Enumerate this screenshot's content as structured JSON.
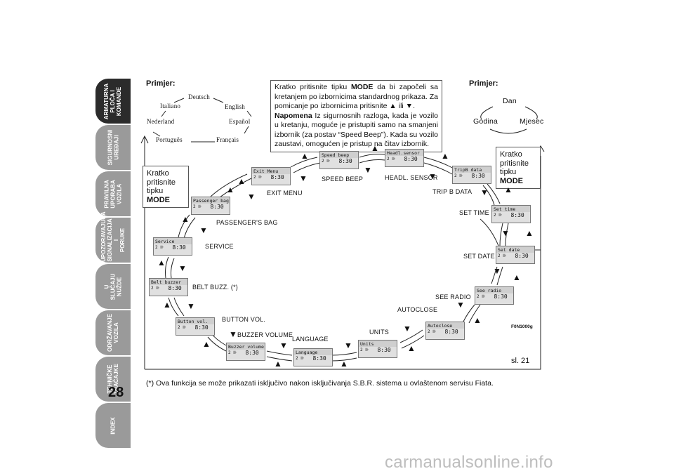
{
  "page_number": "28",
  "side_tabs": [
    {
      "label": "ARMATURNA\nPLOČA I\nKOMANDE",
      "active": true
    },
    {
      "label": "SIGURNOSNI\nUREĐAJI",
      "active": false
    },
    {
      "label": "PRAVILNA\nUPORABA\nVOZILA",
      "active": false
    },
    {
      "label": "UPOZORAVAJUĆA\nSIGNALIZACIJA I\nPORUKE",
      "active": false
    },
    {
      "label": "U SLUČAJU\nNUŽDE",
      "active": false
    },
    {
      "label": "ODRŽAVANJE\nVOZILA",
      "active": false
    },
    {
      "label": "TEHNIČKE\nZNAČAJKE",
      "active": false
    },
    {
      "label": "INDEX",
      "active": false
    }
  ],
  "left_example": {
    "heading": "Primjer:",
    "languages": [
      "Deutsch",
      "English",
      "Español",
      "Français",
      "Português",
      "Nederland",
      "Italiano"
    ]
  },
  "right_example": {
    "heading": "Primjer:",
    "items": [
      "Dan",
      "Mjesec",
      "Godina"
    ]
  },
  "info_box": {
    "p1_a": "Kratko pritisnite tipku ",
    "p1_mode": "MODE",
    "p1_b": " da bi započeli sa kretanjem po izbornicima standardnog prikaza. Za pomicanje po izbornicima pritisnite ",
    "p1_up": "▲",
    "p1_or": " ili ",
    "p1_down": "▼",
    "p1_end": ".",
    "p2_label": "Napomena",
    "p2_text": " Iz sigurnosnih razloga, kada je vozilo u kretanju, moguće je pristupiti samo na smanjeni izbornik (za postav “Speed Beep”). Kada su vozilo zaustavi, omogućen je pristup na čitav izbornik."
  },
  "callout_left": {
    "line1": "Kratko",
    "line2": "pritisnite",
    "line3_a": "tipku ",
    "line3_mode": "MODE"
  },
  "callout_right": {
    "line1": "Kratko",
    "line2": "pritisnite",
    "line3_a": "tipku ",
    "line3_mode": "MODE"
  },
  "menu_items": [
    {
      "screen": "Exit Menu",
      "label": "EXIT MENU"
    },
    {
      "screen": "Speed beep",
      "label": "SPEED BEEP"
    },
    {
      "screen": "Headl.sensor",
      "label": "HEADL. SENSOR"
    },
    {
      "screen": "TripB data",
      "label": "TRIP B DATA"
    },
    {
      "screen": "Set time",
      "label": "SET TIME"
    },
    {
      "screen": "Set date",
      "label": "SET DATE"
    },
    {
      "screen": "See radio",
      "label": "SEE RADIO"
    },
    {
      "screen": "Autoclose",
      "label": "AUTOCLOSE"
    },
    {
      "screen": "Units",
      "label": "UNITS"
    },
    {
      "screen": "Language",
      "label": "LANGUAGE"
    },
    {
      "screen": "Buzzer volume",
      "label": "BUZZER  VOLUME"
    },
    {
      "screen": "Button vol.",
      "label": "BUTTON VOL."
    },
    {
      "screen": "Belt buzzer",
      "label": "BELT BUZZ. (*)"
    },
    {
      "screen": "Service",
      "label": "SERVICE"
    },
    {
      "screen": "Passenger bag",
      "label": "PASSENGER'S BAG"
    }
  ],
  "lcd_gear": "2 ⊪",
  "lcd_time": "8:30",
  "figure_code": "F0N1000g",
  "figure_ref": "sl. 21",
  "footnote": "(*) Ova funkcija se može prikazati isključivo nakon isključivanja S.B.R. sistema u ovlaštenom servisu Fiata.",
  "watermark": "carmanualsonline.info"
}
